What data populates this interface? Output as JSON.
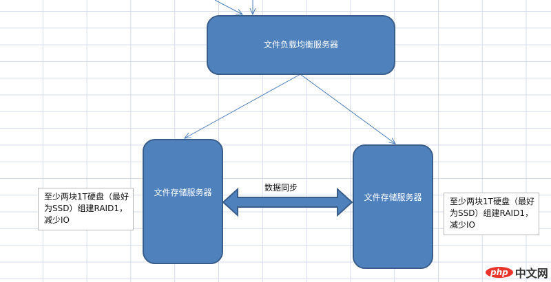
{
  "diagram": {
    "load_balancer": {
      "label": "文件负载均衡服务器"
    },
    "storage_left": {
      "label": "文件存储服务器"
    },
    "storage_right": {
      "label": "文件存储服务器"
    },
    "sync": {
      "label": "数据同步"
    },
    "note_left": {
      "text": "至少两块1T硬盘（最好为SSD）组建RAID1，减少IO"
    },
    "note_right": {
      "text": "至少两块1T硬盘（最好为SSD）组建RAID1，减少IO"
    }
  },
  "watermark": {
    "brand": "php",
    "text": "中文网"
  },
  "colors": {
    "shape_fill": "#4f81bd",
    "shape_border": "#385d8a",
    "connector": "#4a7ebb"
  }
}
